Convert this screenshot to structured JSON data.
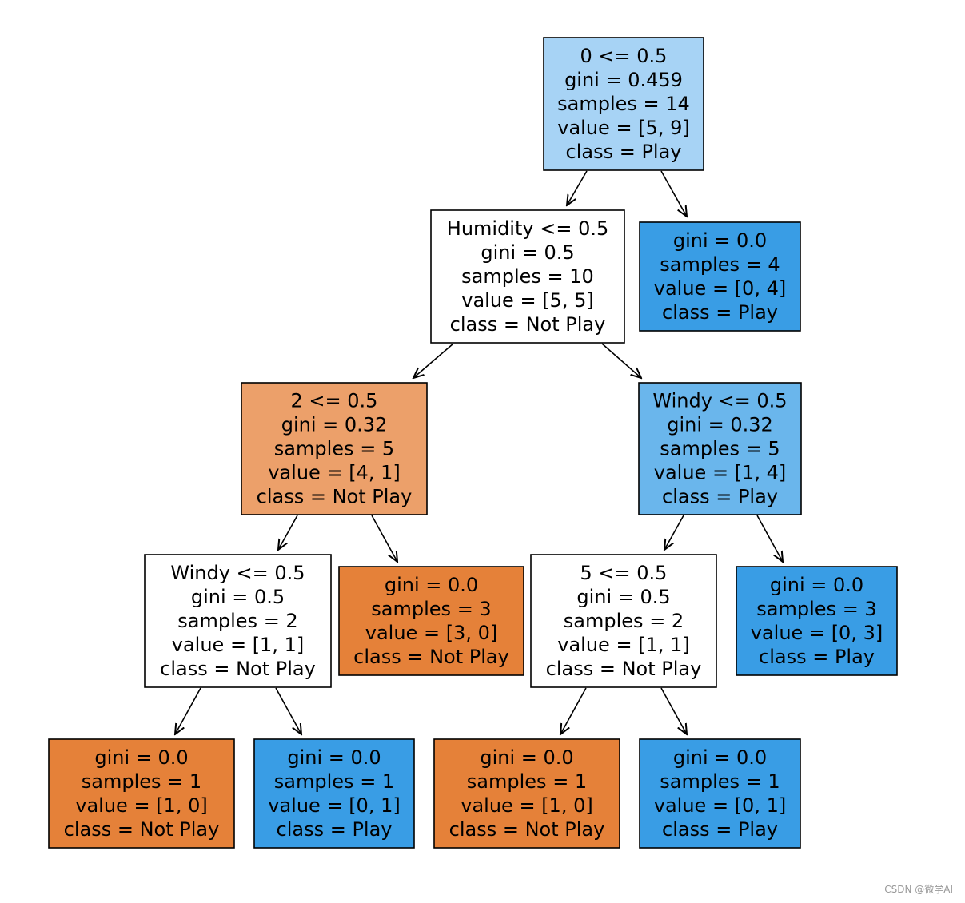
{
  "nodes": [
    {
      "id": "n0",
      "fill": "#a7d3f5",
      "lines": [
        "0 <= 0.5",
        "gini = 0.459",
        "samples = 14",
        "value = [5, 9]",
        "class = Play"
      ]
    },
    {
      "id": "n1",
      "fill": "#ffffff",
      "lines": [
        "Humidity <= 0.5",
        "gini = 0.5",
        "samples = 10",
        "value = [5, 5]",
        "class = Not Play"
      ]
    },
    {
      "id": "n2",
      "fill": "#399de5",
      "lines": [
        "gini = 0.0",
        "samples = 4",
        "value = [0, 4]",
        "class = Play"
      ]
    },
    {
      "id": "n3",
      "fill": "#eca06a",
      "lines": [
        "2 <= 0.5",
        "gini = 0.32",
        "samples = 5",
        "value = [4, 1]",
        "class = Not Play"
      ]
    },
    {
      "id": "n4",
      "fill": "#6ab6ec",
      "lines": [
        "Windy <= 0.5",
        "gini = 0.32",
        "samples = 5",
        "value = [1, 4]",
        "class = Play"
      ]
    },
    {
      "id": "n5",
      "fill": "#ffffff",
      "lines": [
        "Windy <= 0.5",
        "gini = 0.5",
        "samples = 2",
        "value = [1, 1]",
        "class = Not Play"
      ]
    },
    {
      "id": "n6",
      "fill": "#e58139",
      "lines": [
        "gini = 0.0",
        "samples = 3",
        "value = [3, 0]",
        "class = Not Play"
      ]
    },
    {
      "id": "n7",
      "fill": "#ffffff",
      "lines": [
        "5 <= 0.5",
        "gini = 0.5",
        "samples = 2",
        "value = [1, 1]",
        "class = Not Play"
      ]
    },
    {
      "id": "n8",
      "fill": "#399de5",
      "lines": [
        "gini = 0.0",
        "samples = 3",
        "value = [0, 3]",
        "class = Play"
      ]
    },
    {
      "id": "n9",
      "fill": "#e58139",
      "lines": [
        "gini = 0.0",
        "samples = 1",
        "value = [1, 0]",
        "class = Not Play"
      ]
    },
    {
      "id": "n10",
      "fill": "#399de5",
      "lines": [
        "gini = 0.0",
        "samples = 1",
        "value = [0, 1]",
        "class = Play"
      ]
    },
    {
      "id": "n11",
      "fill": "#e58139",
      "lines": [
        "gini = 0.0",
        "samples = 1",
        "value = [1, 0]",
        "class = Not Play"
      ]
    },
    {
      "id": "n12",
      "fill": "#399de5",
      "lines": [
        "gini = 0.0",
        "samples = 1",
        "value = [0, 1]",
        "class = Play"
      ]
    }
  ],
  "edges": [
    [
      "n0",
      "n1"
    ],
    [
      "n0",
      "n2"
    ],
    [
      "n1",
      "n3"
    ],
    [
      "n1",
      "n4"
    ],
    [
      "n3",
      "n5"
    ],
    [
      "n3",
      "n6"
    ],
    [
      "n4",
      "n7"
    ],
    [
      "n4",
      "n8"
    ],
    [
      "n5",
      "n9"
    ],
    [
      "n5",
      "n10"
    ],
    [
      "n7",
      "n11"
    ],
    [
      "n7",
      "n12"
    ]
  ],
  "watermark": "CSDN @微学AI",
  "colors": {
    "stroke": "#000000"
  }
}
